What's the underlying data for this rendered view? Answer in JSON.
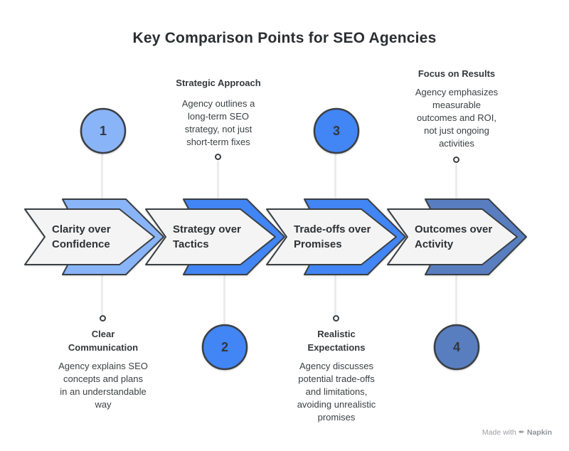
{
  "title": "Key Comparison Points for SEO Agencies",
  "diagram_type": "horizontal-chevron-process",
  "items": [
    {
      "number": "1",
      "chevron_label": "Clarity over\nConfidence",
      "heading": "Clear\nCommunication",
      "description": "Agency explains SEO\nconcepts and plans\nin an understandable\nway",
      "color": "#8ab4f8",
      "callout_position": "bottom"
    },
    {
      "number": "2",
      "chevron_label": "Strategy over\nTactics",
      "heading": "Strategic Approach",
      "description": "Agency outlines a\nlong-term SEO\nstrategy, not just\nshort-term fixes",
      "color": "#4285f4",
      "callout_position": "top"
    },
    {
      "number": "3",
      "chevron_label": "Trade-offs over\nPromises",
      "heading": "Realistic\nExpectations",
      "description": "Agency discusses\npotential trade-offs\nand limitations,\navoiding unrealistic\npromises",
      "color": "#4285f4",
      "callout_position": "bottom"
    },
    {
      "number": "4",
      "chevron_label": "Outcomes over\nActivity",
      "heading": "Focus on Results",
      "description": "Agency emphasizes\nmeasurable\noutcomes and ROI,\nnot just ongoing\nactivities",
      "color": "#587ec0",
      "callout_position": "top"
    }
  ],
  "watermark": {
    "prefix": "Made with",
    "brand": "Napkin",
    "icon": "pen-icon"
  },
  "colors": {
    "outline": "#3a3f44",
    "arrow_fill": "#f4f4f4",
    "light_blue": "#8ab4f8",
    "blue": "#4285f4",
    "muted_blue": "#587ec0",
    "title_text": "#2b2e31",
    "body_text": "#3c4043",
    "connector": "#ececec",
    "watermark_text": "#9b9ea3"
  }
}
